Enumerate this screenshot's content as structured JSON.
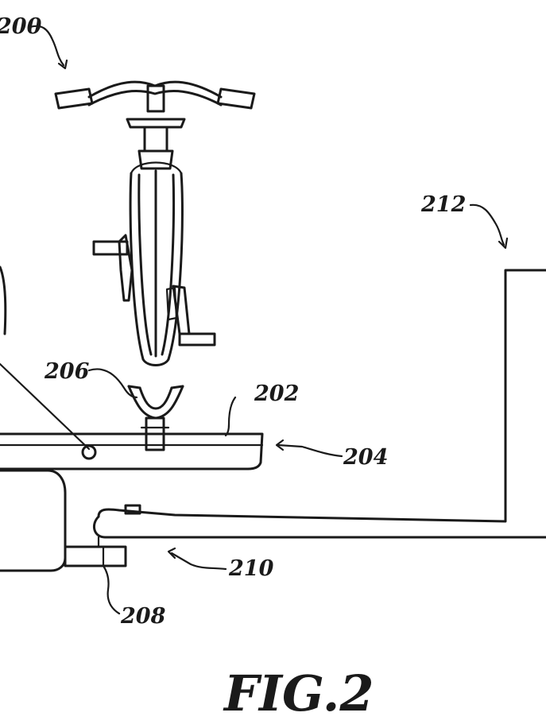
{
  "figure": {
    "title": "FIG.2",
    "labels": {
      "l200": "200",
      "l212": "212",
      "l206": "206",
      "l202": "202",
      "l204": "204",
      "l210": "210",
      "l208": "208"
    }
  }
}
